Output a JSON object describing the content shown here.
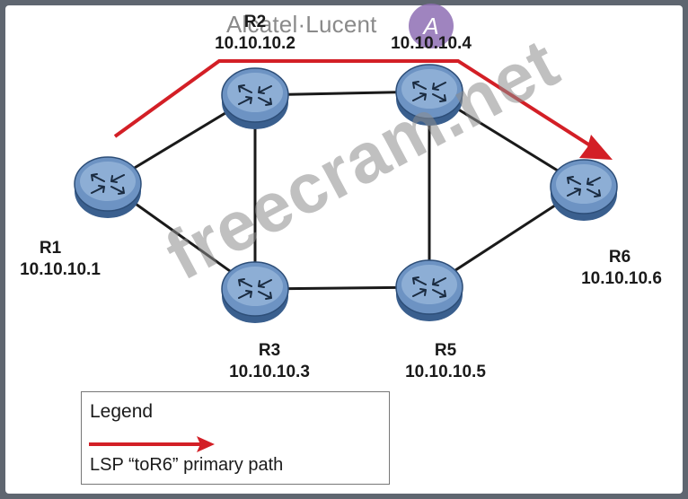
{
  "brand": {
    "name": "Alcatel·Lucent",
    "logo_glyph": "A"
  },
  "watermark": "freecram.net",
  "routers": [
    {
      "id": "R1",
      "address": "10.10.10.1"
    },
    {
      "id": "R2",
      "address": "10.10.10.2"
    },
    {
      "id": "R3",
      "address": "10.10.10.3"
    },
    {
      "id": "R4_address",
      "address": "10.10.10.4"
    },
    {
      "id": "R5",
      "address": "10.10.10.5"
    },
    {
      "id": "R6",
      "address": "10.10.10.6"
    }
  ],
  "links": [
    [
      "R1",
      "R2"
    ],
    [
      "R1",
      "R3"
    ],
    [
      "R2",
      "R4"
    ],
    [
      "R2",
      "R3"
    ],
    [
      "R4",
      "R5"
    ],
    [
      "R3",
      "R5"
    ],
    [
      "R4",
      "R6"
    ],
    [
      "R5",
      "R6"
    ]
  ],
  "lsp_path": [
    "R1",
    "R2",
    "R4",
    "R6"
  ],
  "legend": {
    "title": "Legend",
    "lsp_label": "LSP “toR6” primary path"
  },
  "colors": {
    "router_fill": "#6d93c3",
    "router_top": "#a8c4e4",
    "link": "#1a1a1a",
    "lsp": "#d31f26"
  }
}
